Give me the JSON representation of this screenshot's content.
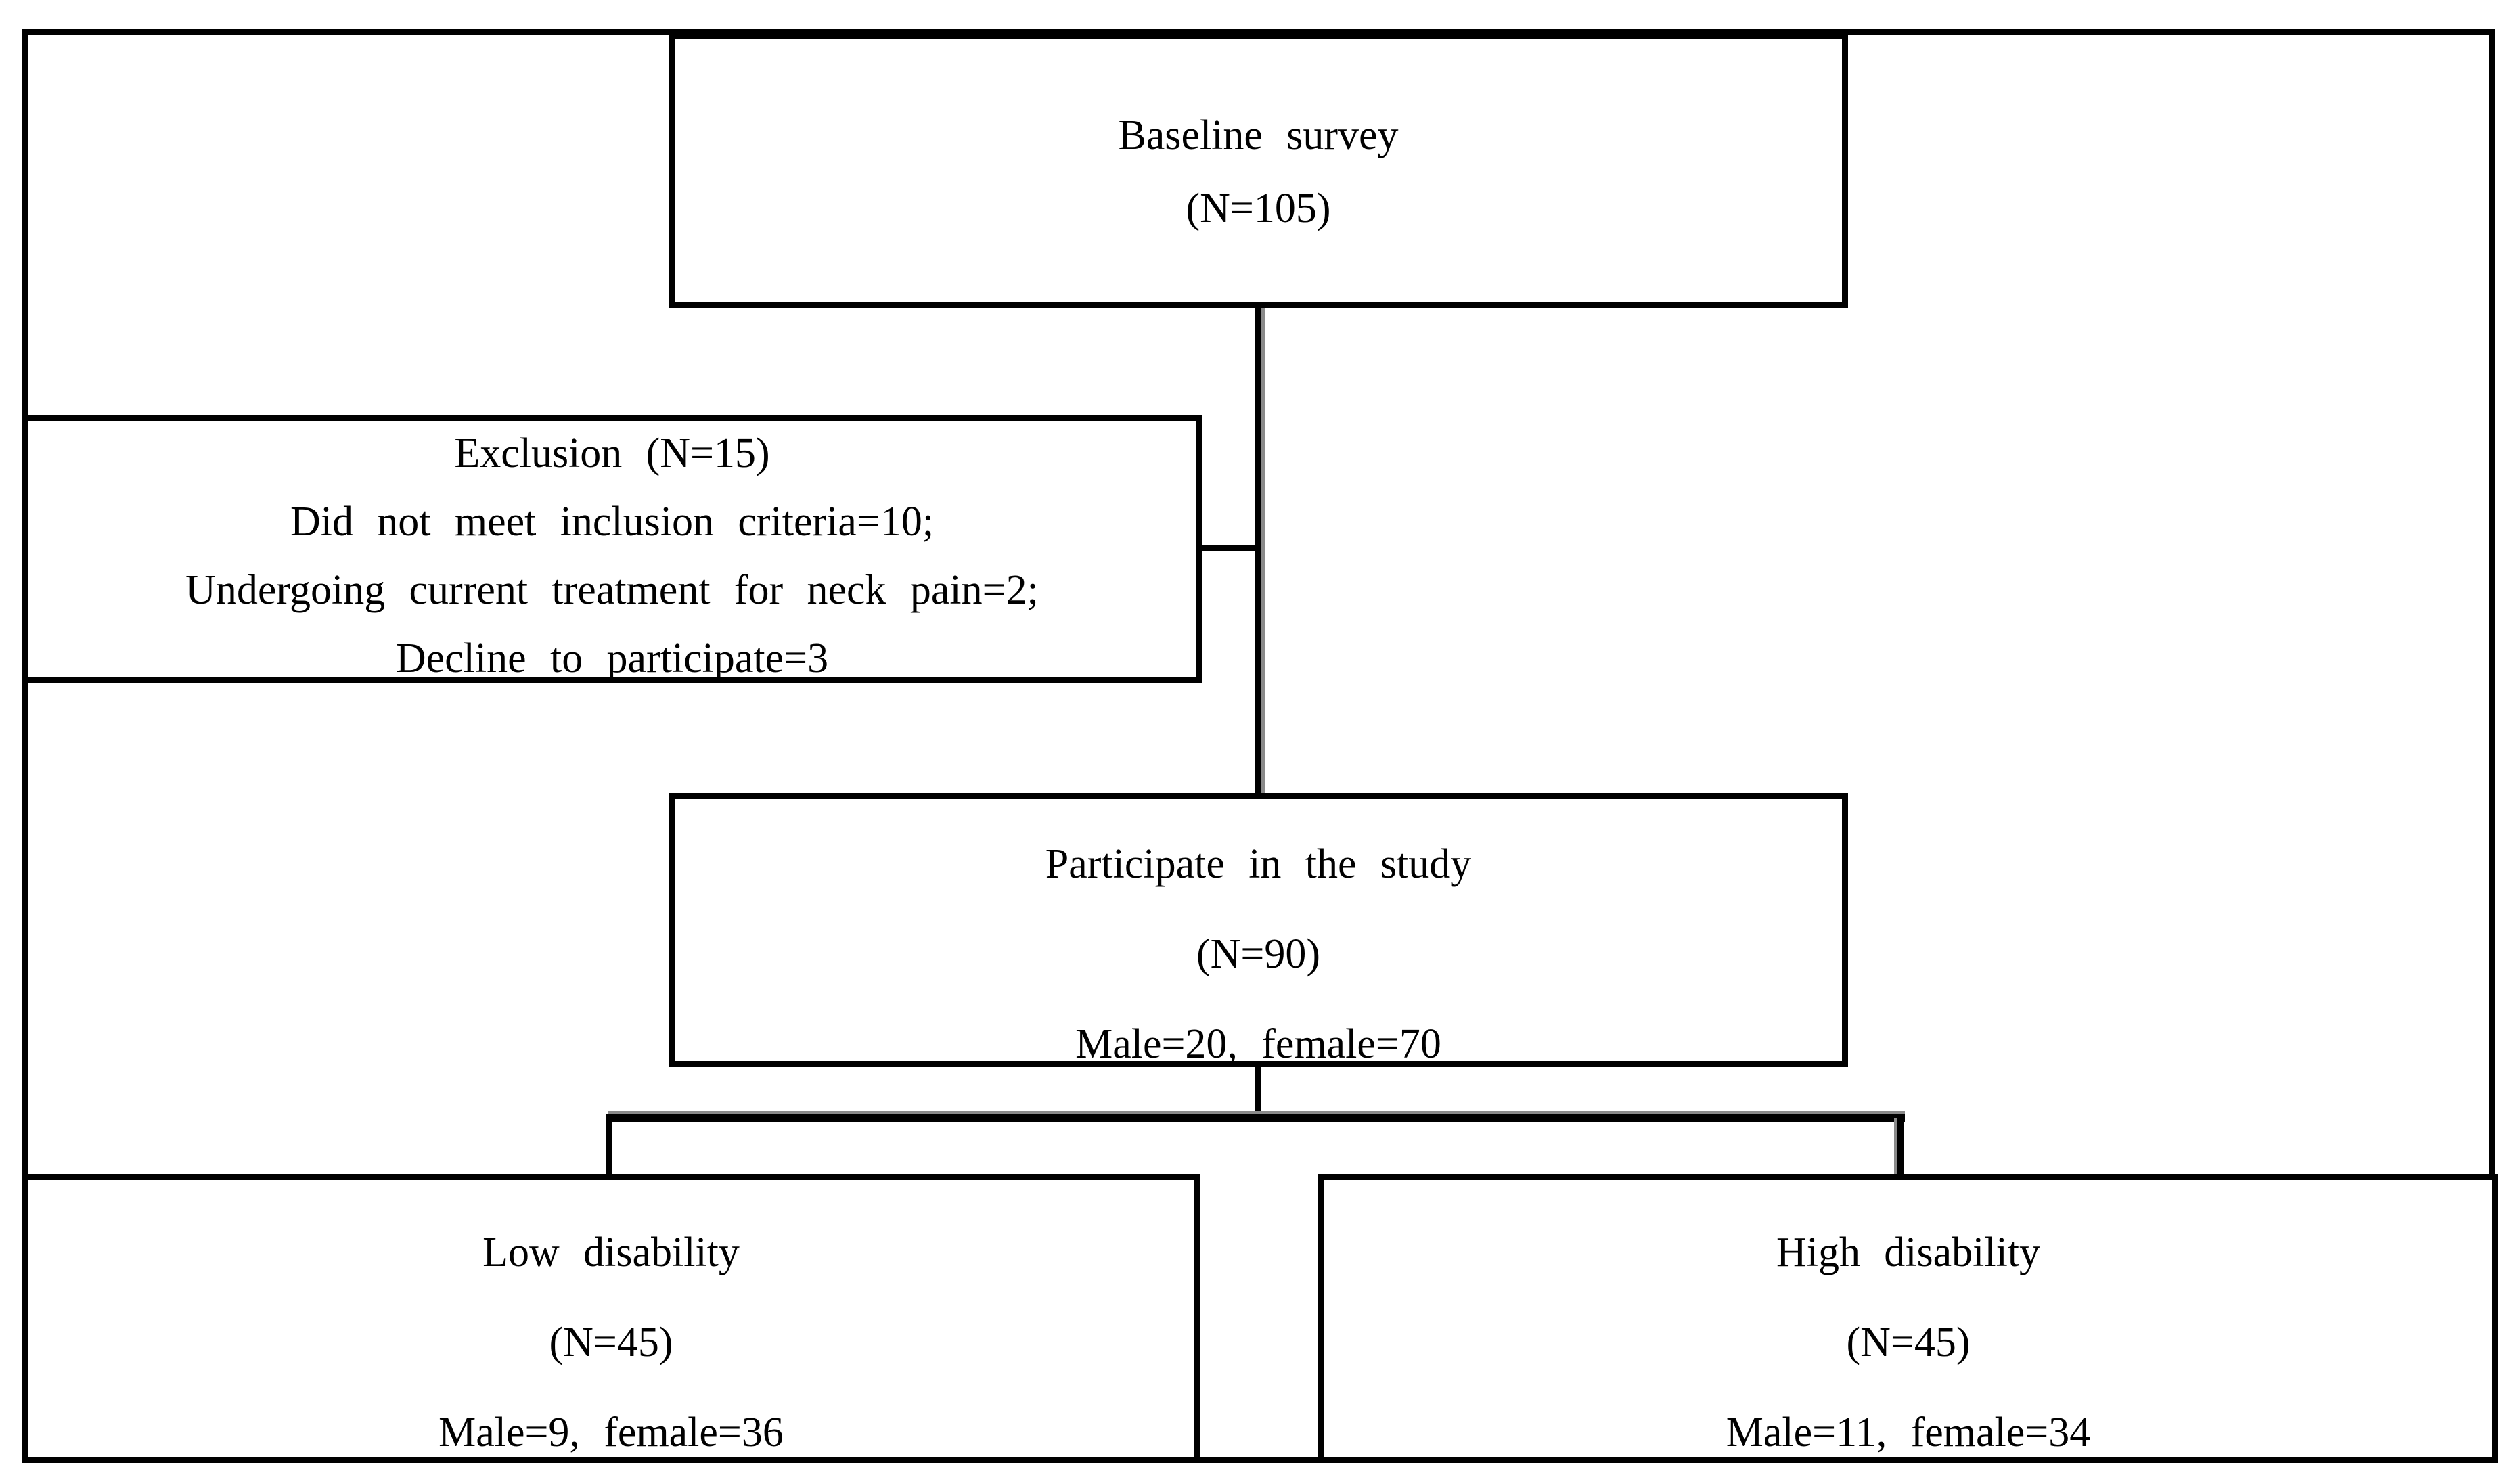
{
  "figure": {
    "title": "Participant flow diagram",
    "type": "flow-diagram",
    "colors": {
      "border": "#000000",
      "background": "#ffffff",
      "fringe": "#8a8a8a"
    },
    "boxes": {
      "baseline": {
        "lines": [
          "Baseline survey",
          "(N=105)"
        ]
      },
      "exclusion": {
        "lines": [
          "Exclusion (N=15)",
          "Did not meet inclusion criteria=10;",
          "Undergoing current treatment for neck pain=2;",
          "Decline to participate=3"
        ]
      },
      "participate": {
        "lines": [
          "Participate in the study",
          "(N=90)",
          "Male=20, female=70"
        ]
      },
      "low_disability": {
        "lines": [
          "Low disability",
          "(N=45)",
          "Male=9, female=36"
        ]
      },
      "high_disability": {
        "lines": [
          "High disability",
          "(N=45)",
          "Male=11, female=34"
        ]
      }
    }
  }
}
